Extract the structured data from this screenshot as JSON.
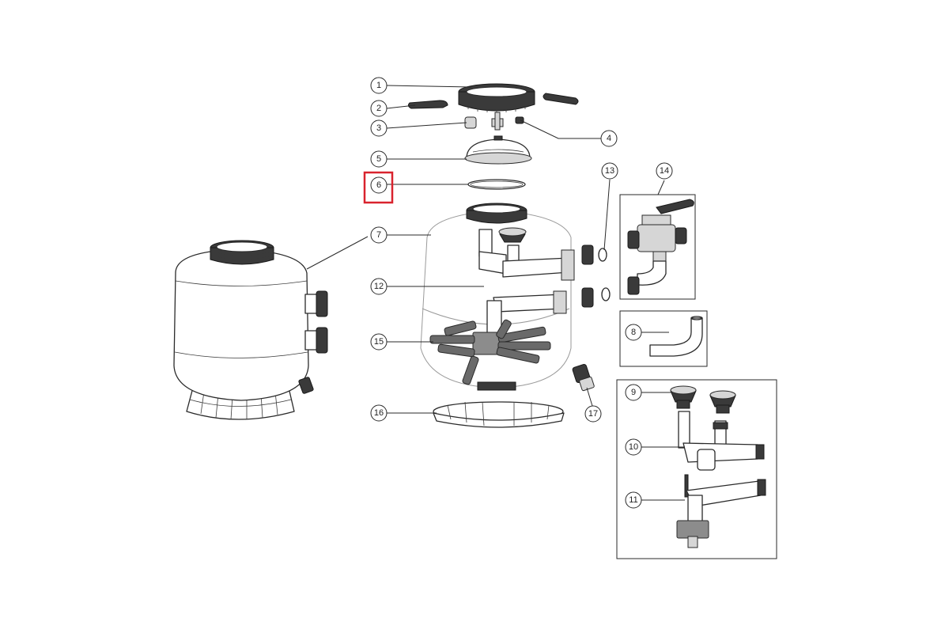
{
  "diagram": {
    "callouts": [
      {
        "id": "1",
        "label": "1"
      },
      {
        "id": "2",
        "label": "2"
      },
      {
        "id": "3",
        "label": "3"
      },
      {
        "id": "4",
        "label": "4"
      },
      {
        "id": "5",
        "label": "5"
      },
      {
        "id": "6",
        "label": "6",
        "highlighted": true
      },
      {
        "id": "7",
        "label": "7"
      },
      {
        "id": "8",
        "label": "8"
      },
      {
        "id": "9",
        "label": "9"
      },
      {
        "id": "10",
        "label": "10"
      },
      {
        "id": "11",
        "label": "11"
      },
      {
        "id": "12",
        "label": "12"
      },
      {
        "id": "13",
        "label": "13"
      },
      {
        "id": "14",
        "label": "14"
      },
      {
        "id": "15",
        "label": "15"
      },
      {
        "id": "16",
        "label": "16"
      },
      {
        "id": "17",
        "label": "17"
      }
    ],
    "highlight_color": "#d9232e",
    "line_color": "#2a2a2a"
  }
}
